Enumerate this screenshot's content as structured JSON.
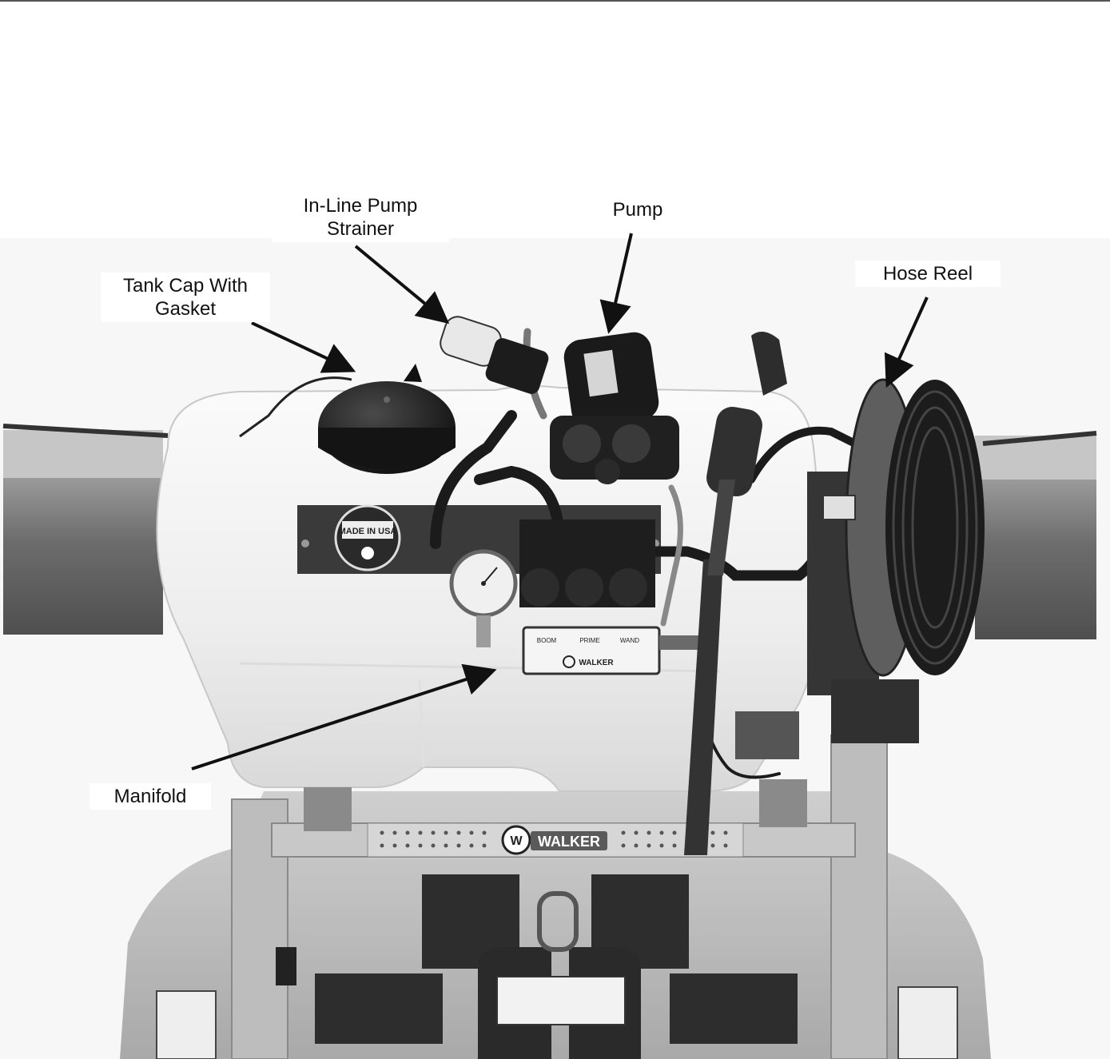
{
  "labels": {
    "strainer": "In-Line Pump Strainer",
    "pump": "Pump",
    "tank_cap": "Tank Cap With Gasket",
    "hose_reel": "Hose Reel",
    "manifold": "Manifold"
  },
  "photo_text": {
    "made_in_usa": "MADE IN USA",
    "brand_manifold": "WALKER",
    "brand_frame": "WALKER",
    "manifold_boom": "BOOM",
    "manifold_prime": "PRIME",
    "manifold_wand": "WAND"
  },
  "colors": {
    "tank": "#f4f4f4",
    "frame": "#bdbdbd",
    "dark_part": "#2b2b2b",
    "arrow": "#111111"
  }
}
